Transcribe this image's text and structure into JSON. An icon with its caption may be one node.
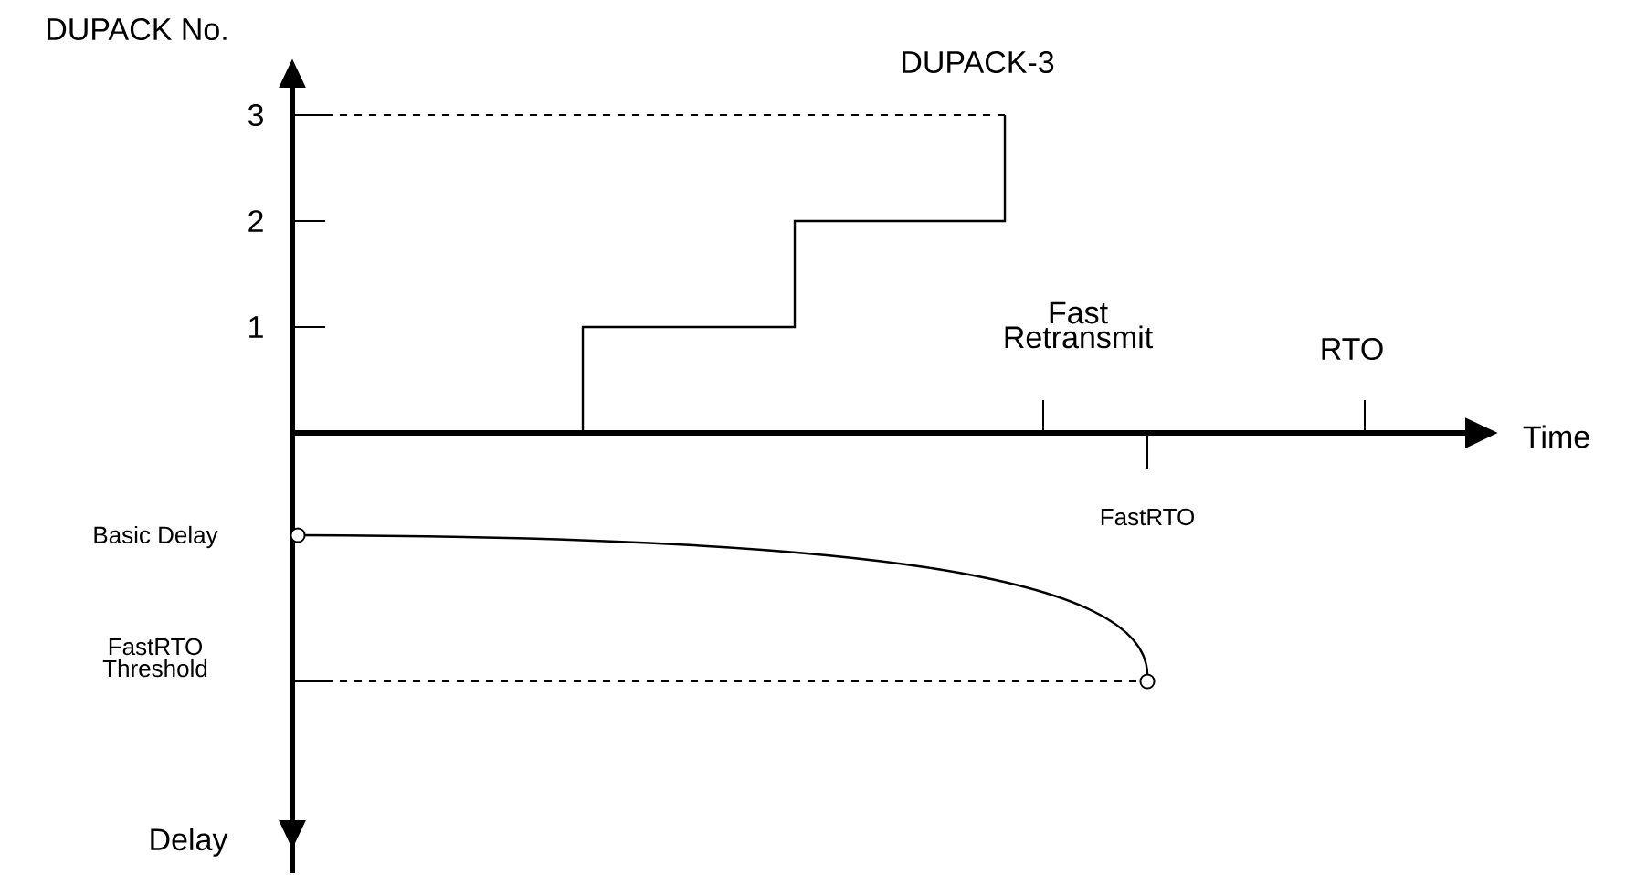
{
  "diagram": {
    "labels": [
      "DUPACK No.",
      "DUPACK-3",
      "3",
      "2",
      "1",
      "Fast Retransmit",
      "RTO",
      "Time",
      "FastRTO",
      "Basic Delay",
      "FastRTO Threshold",
      "Delay"
    ]
  }
}
